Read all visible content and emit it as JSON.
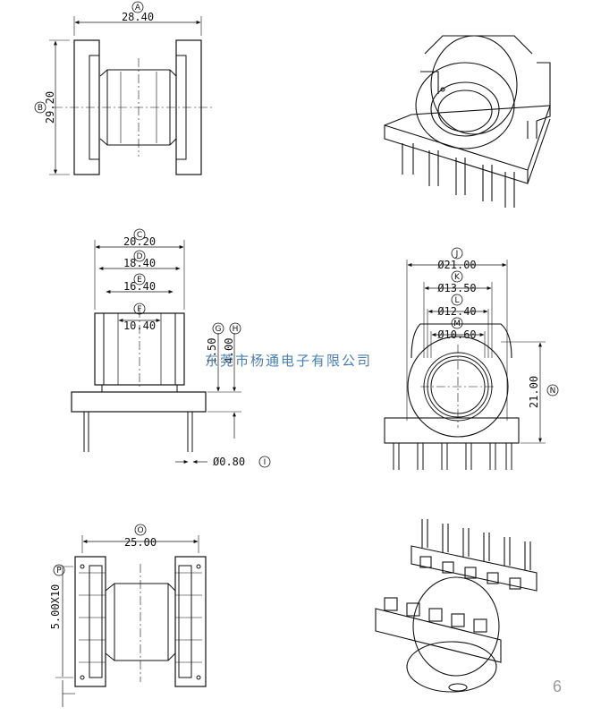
{
  "dimensions": {
    "A": {
      "letter": "A",
      "value": "28.40"
    },
    "B": {
      "letter": "B",
      "value": "29.20"
    },
    "C": {
      "letter": "C",
      "value": "20.20"
    },
    "D": {
      "letter": "D",
      "value": "18.40"
    },
    "E": {
      "letter": "E",
      "value": "16.40"
    },
    "F": {
      "letter": "F",
      "value": "10.40"
    },
    "G": {
      "letter": "G",
      "value": "1.50"
    },
    "H": {
      "letter": "H",
      "value": "4.00"
    },
    "I": {
      "letter": "I",
      "value": "Ø0.80"
    },
    "J": {
      "letter": "J",
      "value": "Ø21.00"
    },
    "K": {
      "letter": "K",
      "value": "Ø13.50"
    },
    "L": {
      "letter": "L",
      "value": "Ø12.40"
    },
    "M": {
      "letter": "M",
      "value": "Ø10.60"
    },
    "N": {
      "letter": "N",
      "value": "21.00"
    },
    "O": {
      "letter": "O",
      "value": "25.00"
    },
    "P": {
      "letter": "P",
      "value": "5.00X10"
    }
  },
  "watermark": "东莞市杨通电子有限公司",
  "page_number": "6"
}
